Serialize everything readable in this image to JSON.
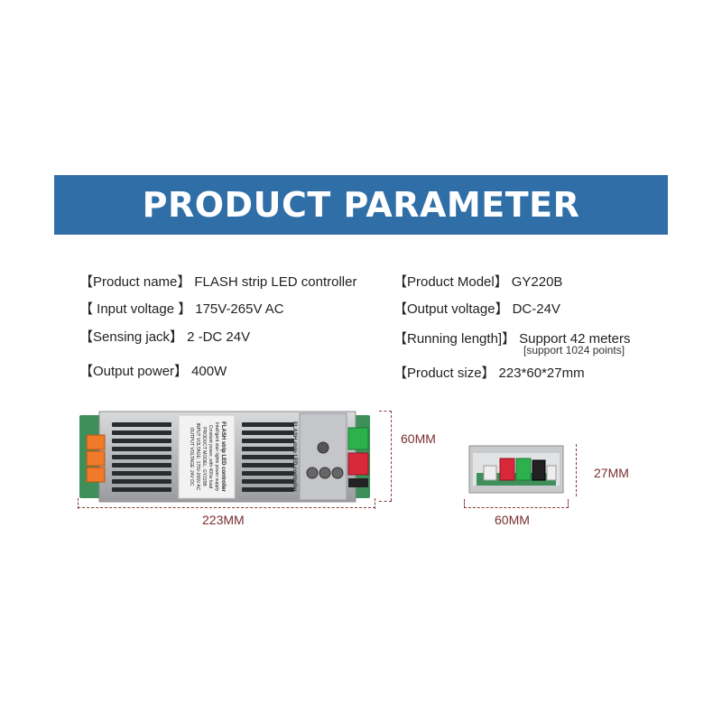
{
  "banner": {
    "title": "PRODUCT PARAMETER"
  },
  "params_left": [
    {
      "label": "【Product name】",
      "value": "FLASH strip LED controller"
    },
    {
      "label": "【 Input voltage 】",
      "value": "175V-265V AC"
    },
    {
      "label": "【Sensing jack】",
      "value": "2 -DC 24V"
    },
    {
      "label": "【Output power】",
      "value": "400W"
    }
  ],
  "params_right": [
    {
      "label": "【Product Model】",
      "value": "GY220B"
    },
    {
      "label": "【Output voltage】",
      "value": "DC-24V"
    },
    {
      "label": "【Running length]】",
      "value": "Support 42 meters",
      "note": "[support 1024 points]"
    },
    {
      "label": "【Product size】",
      "value": "223*60*27mm"
    }
  ],
  "dimensions": {
    "length": "223MM",
    "width_front": "60MM",
    "width_side": "60MM",
    "height": "27MM"
  },
  "device": {
    "label_title": "FLASH strip LED controller",
    "label_line1": "Intelligent stair lights power supply",
    "label_line2": "Constant power, with 400w load",
    "label_model": "PRODUCT MODEL:  GY220B",
    "label_input": "INPUT VOLTAGE:  175V-265V AC",
    "label_output": "OUTPUT VOLTAGE:  24V DC",
    "side_text": "FLASH strip LED controller"
  },
  "colors": {
    "banner": "#2f6ea7",
    "dimension": "#8b3b3b",
    "terminal_orange": "#f07a2a",
    "terminal_green": "#2bb24c",
    "terminal_red": "#d8283a"
  }
}
